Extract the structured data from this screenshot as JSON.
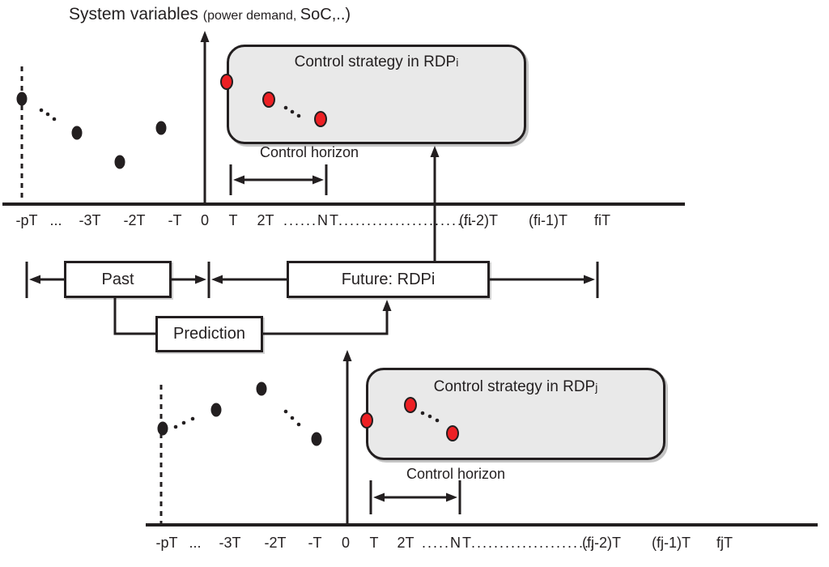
{
  "title": {
    "part1": "System variables ",
    "part2": "(power demand, ",
    "part3": "SoC,..)"
  },
  "top_chart": {
    "control_box": {
      "label": "Control strategy in RDP",
      "sub": "i"
    },
    "control_horizon_label": "Control horizon",
    "axis_labels": [
      "-pT",
      "...",
      "-3T",
      "-2T",
      "-T",
      "0",
      "T",
      "2T",
      "......NT........................",
      "(fi-2)T",
      "(fi-1)T",
      "fiT"
    ]
  },
  "timeline": {
    "past_label": "Past",
    "future_label": "Future: RDPi",
    "prediction_label": "Prediction"
  },
  "bottom_chart": {
    "control_box": {
      "label": "Control strategy in RDP",
      "sub": "j"
    },
    "control_horizon_label": "Control horizon",
    "axis_labels": [
      "-pT",
      "...",
      "-3T",
      "-2T",
      "-T",
      "0",
      "T",
      "2T",
      ".....NT......................",
      "(fj-2)T",
      "(fj-1)T",
      "fjT"
    ]
  },
  "colors": {
    "line": "#231f20",
    "marker_red": "#ed2024",
    "box_fill": "#e9e9e9",
    "background": "#ffffff"
  }
}
